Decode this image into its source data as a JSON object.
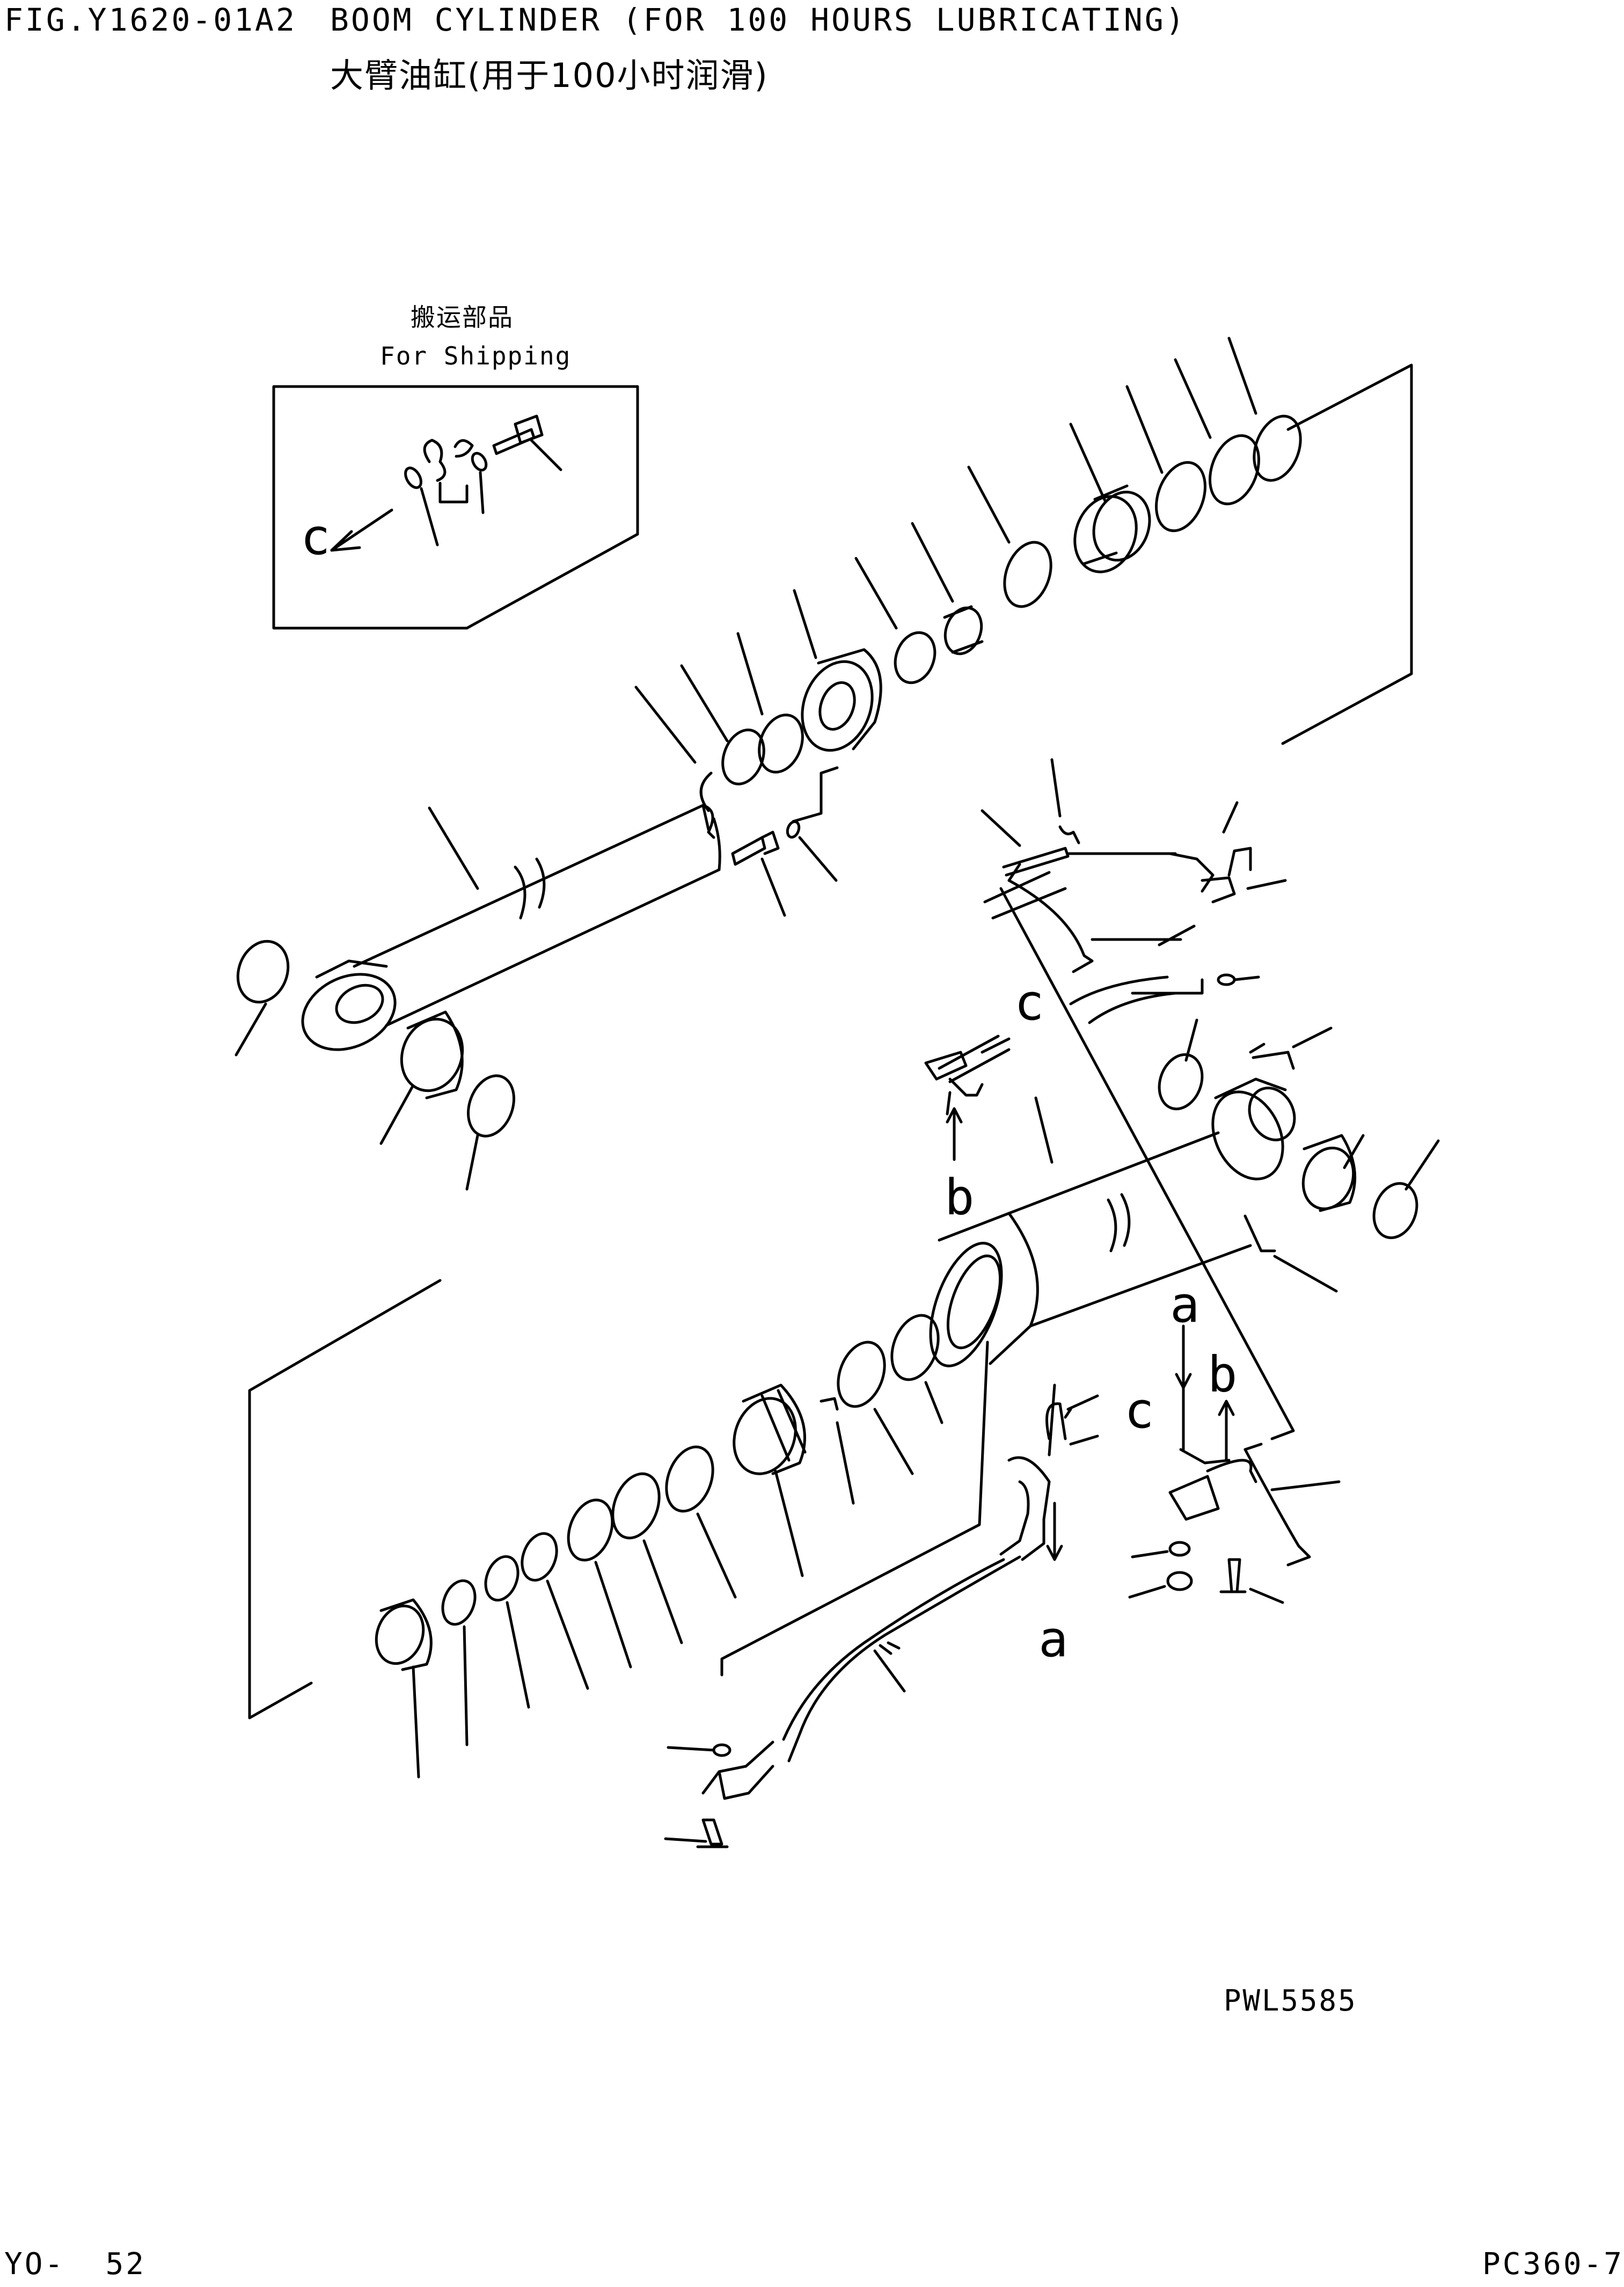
{
  "header": {
    "fig_number": "FIG.Y1620-01A2",
    "title_en": "BOOM CYLINDER (FOR 100 HOURS LUBRICATING)",
    "title_cn": "大臂油缸(用于100小时润滑)"
  },
  "shipping_box": {
    "label_cn": "搬运部品",
    "label_en": "For Shipping",
    "ref_c": "c"
  },
  "callouts": {
    "c_upper": "c",
    "b_upper": "b",
    "a_right": "a",
    "b_right": "b",
    "c_right": "c",
    "a_lower": "a"
  },
  "drawing_code": "PWL5585",
  "footer": {
    "page": "YO-  52",
    "model": "PC360-7"
  },
  "colors": {
    "ink": "#000000",
    "paper": "#ffffff"
  }
}
